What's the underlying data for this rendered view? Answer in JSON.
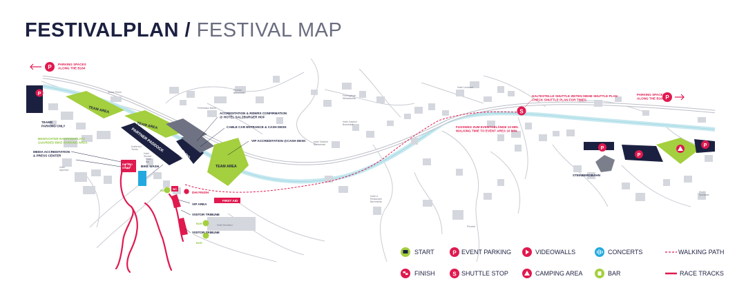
{
  "title": {
    "main": "FESTIVALPLAN",
    "separator": "/",
    "sub": "FESTIVAL MAP"
  },
  "colors": {
    "navy": "#1c2040",
    "pink": "#e0194f",
    "lime": "#a4cf3e",
    "cyan": "#22a9df",
    "river": "#c6e8ef",
    "building": "#d5d7de",
    "road": "#c9cbd2"
  },
  "parking_notes": {
    "left": [
      "PARKING SPACES",
      "ALONG THE B164"
    ],
    "right": [
      "PARKING SPACES",
      "ALONG THE B164"
    ]
  },
  "shuttle_note": [
    "HALTESTELLE SHUTTLE ZEITEN SIEHE SHUTTLE PLAN",
    "CHECK SHUTTLE PLAN FOR TIMES"
  ],
  "walking_note": [
    "FUSSWEG ZUM EVENTGELÄNDE 10 MIN.",
    "WALKING TIME TO EVENT AREA 10 MIN."
  ],
  "labels": {
    "teams_parking": [
      "TEAMS",
      "PARKING ONLY"
    ],
    "team_area_1": "TEAM AREA",
    "team_area_2": "TEAM AREA",
    "team_area_3": "TEAM AREA",
    "partner_paddock": "PARTNER PADDOCK",
    "expo_area": [
      "EXPO",
      "AREA"
    ],
    "accreditation": [
      "ACCREDITATION & RIDERS CONFIRMATION",
      "@ HOTEL SALZBURGER HOF"
    ],
    "cable_car": "CABLE CAR ENTRANCE & CASH DESK",
    "vip_accreditation": "VIP ACCREDITATION @CASH DESK",
    "bike_parking": [
      "BEWACHTER RADPARKPLATZ",
      "GUARDED BIKE PARKING AREA"
    ],
    "media": [
      "MEDIA ACCREDITATION",
      "& PRESS CENTER"
    ],
    "bike_wash": "BIKE WASH",
    "finish_area": "DHI FINISH",
    "first_aid": "FIRST AID",
    "vip_area": "VIP AREA",
    "visitor_tribune_1": "VISITOR TRIBUNE",
    "visitor_tribune_2": "VISITOR TRIBUNE",
    "wc": "WC",
    "bar_1": "BAR",
    "bar_2": "BAR",
    "bar_3": "BAR",
    "steinbergbahn": "STEINBERGBAHN",
    "start_box": [
      "DHI XCO",
      "START"
    ]
  },
  "place_names": {
    "hotel_leonhard": "Hotel Leonhard",
    "hotel_residenz": "Hotel Residenz",
    "pension": "Pension",
    "hotel_gasthof": [
      "Hotel Gasthof",
      "Brandstatt"
    ],
    "hotel_restaurant": [
      "Hotel &",
      "Restaurant",
      "Bachmühle"
    ],
    "gasthof": [
      "Hotel Gasthof",
      "Bachwinkel"
    ],
    "hotel_auto": [
      "Hotel",
      "Stocker"
    ],
    "ferienhaus": "Ferienhaus Bauer",
    "pension_gr": [
      "Pension",
      "Brunnhöfel"
    ],
    "leogang_haus": [
      "Feriengänge",
      "Weissbacher"
    ],
    "mama": "Mama Thresl",
    "alpenhof": [
      "Hotel",
      "Alpenhof"
    ],
    "krallerhof": [
      "Krallerhof",
      "Tennis"
    ],
    "hotel_bar": [
      "Hotel",
      "Bar"
    ],
    "kinder": [
      "Kinder",
      "Spielplatz"
    ]
  },
  "legend": [
    {
      "icon": "start-icon",
      "label": "START",
      "color": "#a4cf3e"
    },
    {
      "icon": "event-parking-icon",
      "label": "EVENT PARKING",
      "color": "#e0194f"
    },
    {
      "icon": "videowalls-icon",
      "label": "VIDEOWALLS",
      "color": "#e0194f"
    },
    {
      "icon": "concerts-icon",
      "label": "CONCERTS",
      "color": "#22a9df"
    },
    {
      "icon": "walking-path-icon",
      "label": "WALKING PATH",
      "color": "#e0194f"
    },
    {
      "icon": "finish-icon",
      "label": "FINISH",
      "color": "#e0194f"
    },
    {
      "icon": "shuttle-stop-icon",
      "label": "SHUTTLE STOP",
      "color": "#e0194f"
    },
    {
      "icon": "camping-area-icon",
      "label": "CAMPING AREA",
      "color": "#e0194f"
    },
    {
      "icon": "bar-icon",
      "label": "BAR",
      "color": "#a4cf3e"
    },
    {
      "icon": "race-tracks-icon",
      "label": "RACE TRACKS",
      "color": "#e0194f"
    }
  ]
}
